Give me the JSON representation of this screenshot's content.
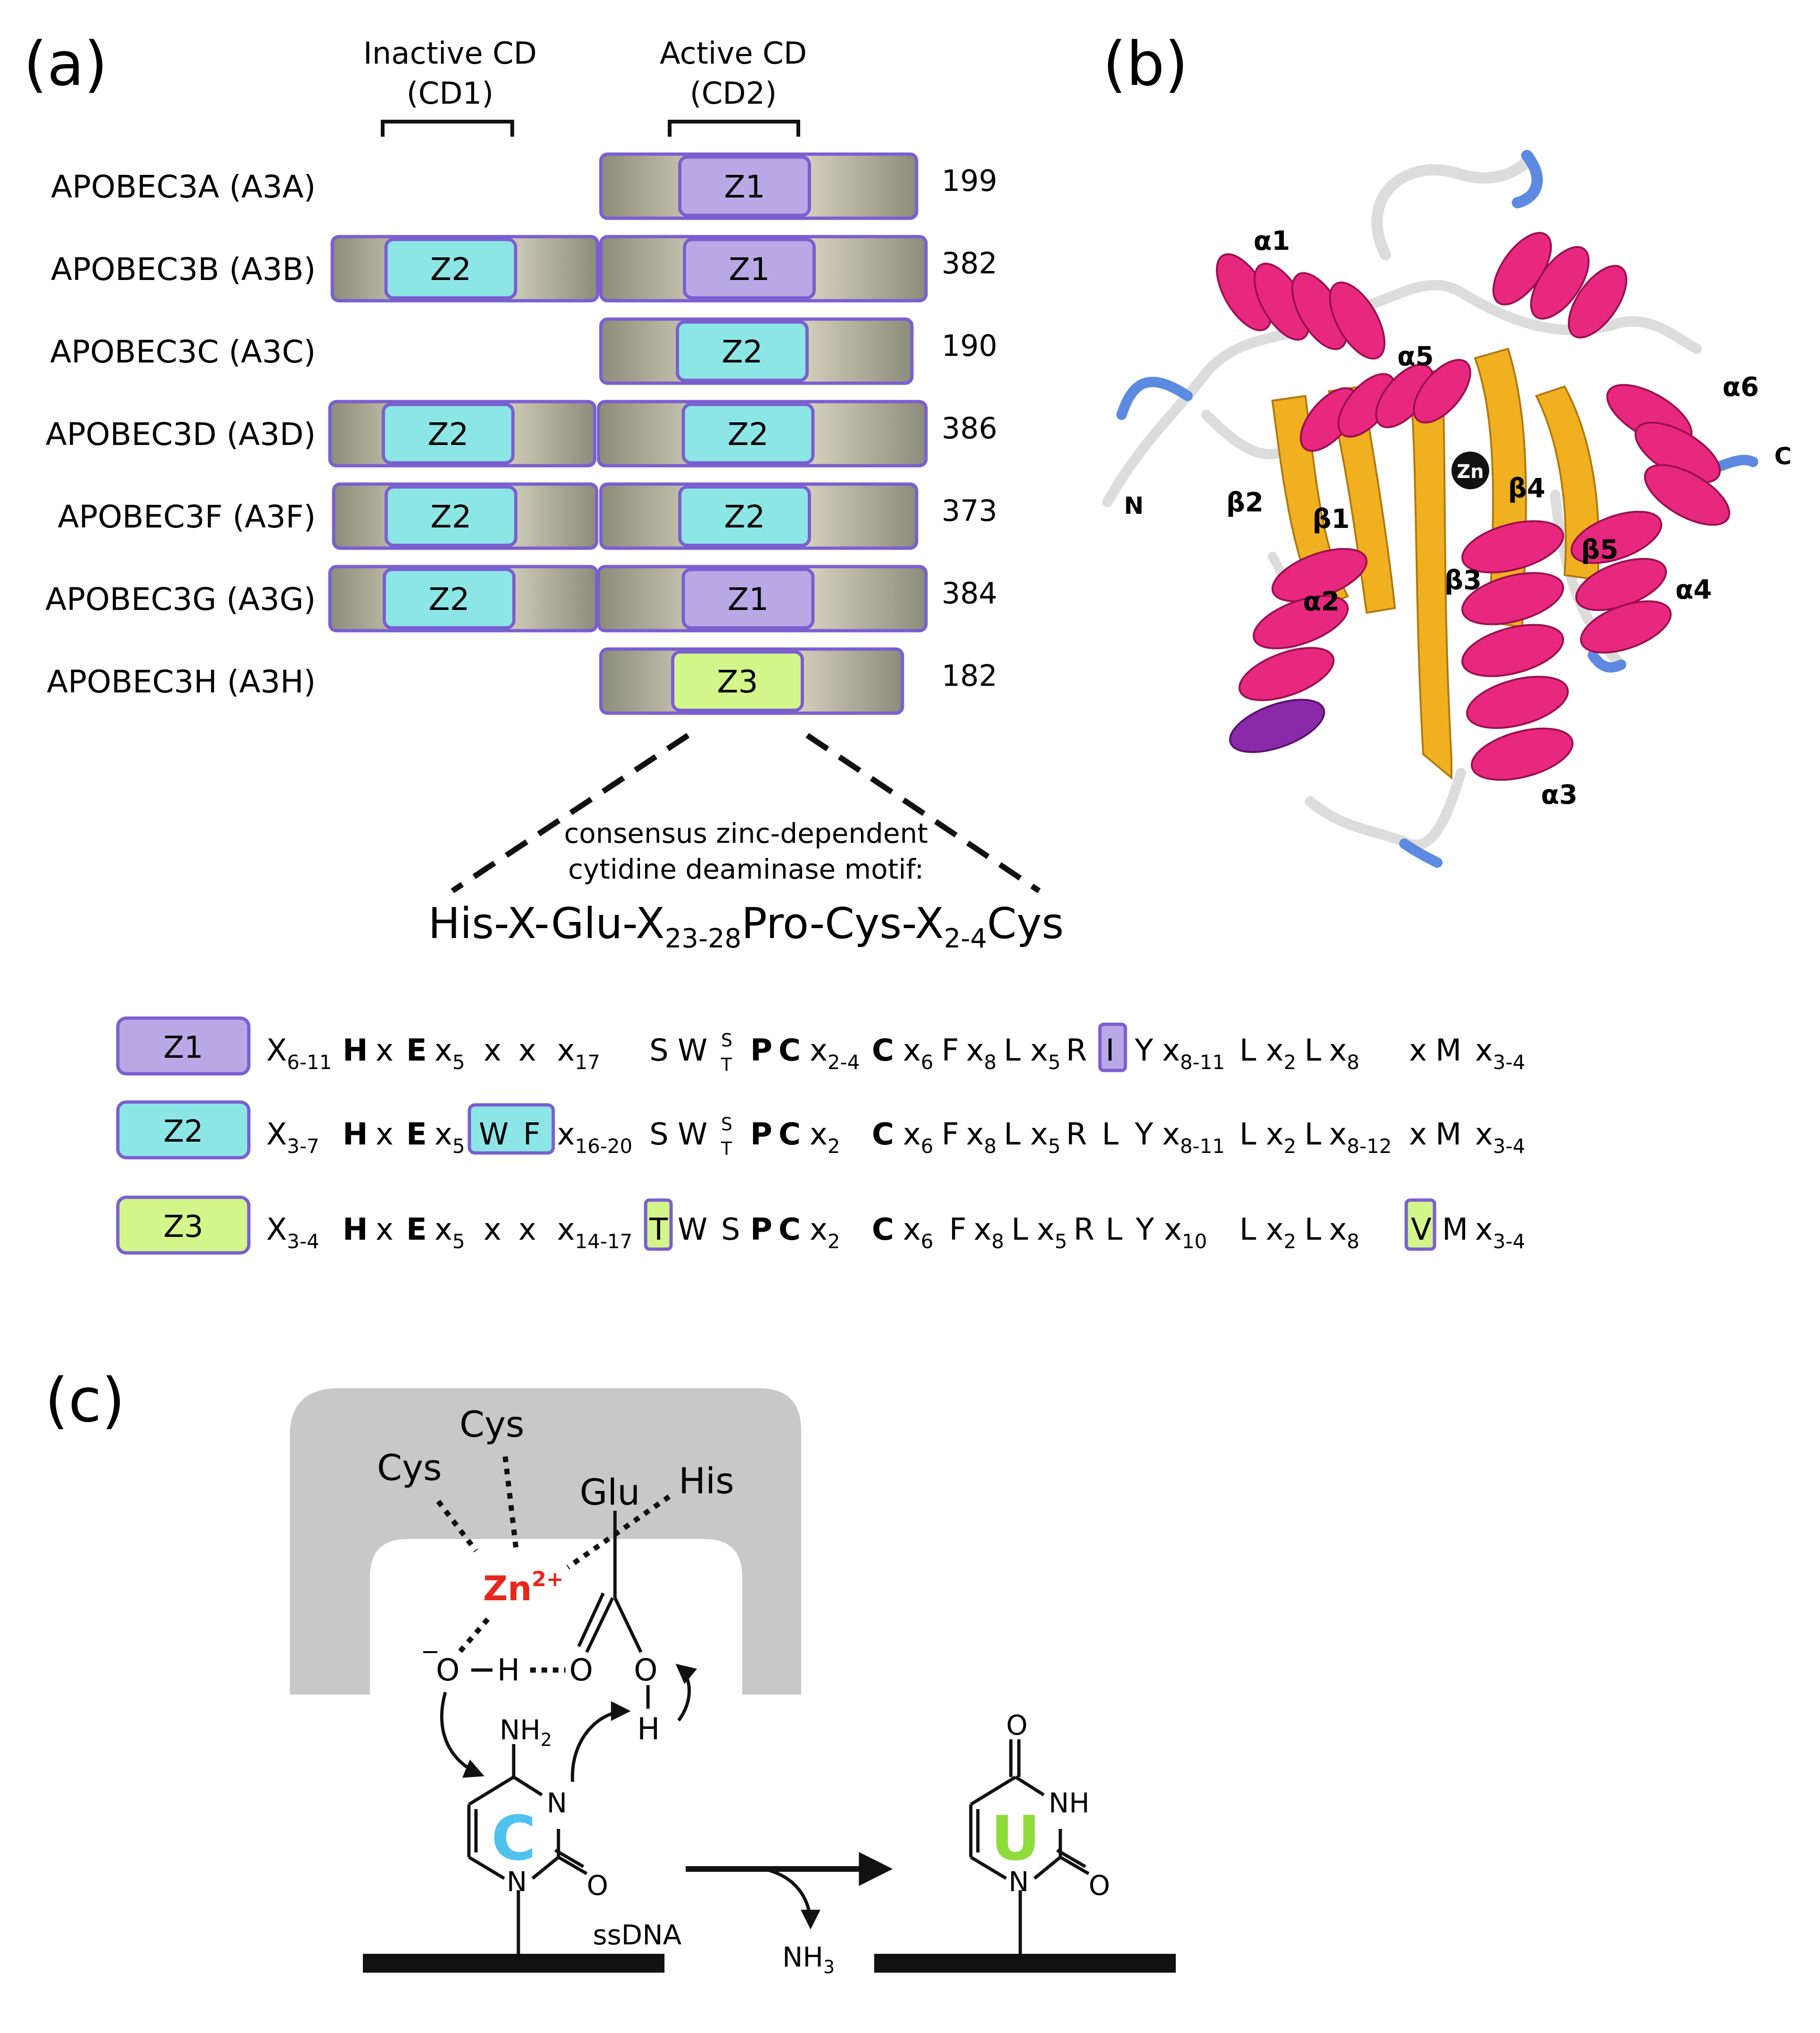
{
  "panel_a": {
    "label": "(a)",
    "header_cd1": [
      "Inactive CD",
      "(CD1)"
    ],
    "header_cd2": [
      "Active CD",
      "(CD2)"
    ],
    "proteins": [
      {
        "name": "APOBEC3A (A3A)",
        "cd1": null,
        "cd2": "Z1",
        "length": "199"
      },
      {
        "name": "APOBEC3B (A3B)",
        "cd1": "Z2",
        "cd2": "Z1",
        "length": "382"
      },
      {
        "name": "APOBEC3C (A3C)",
        "cd1": null,
        "cd2": "Z2",
        "length": "190"
      },
      {
        "name": "APOBEC3D (A3D)",
        "cd1": "Z2",
        "cd2": "Z2",
        "length": "386"
      },
      {
        "name": "APOBEC3F (A3F)",
        "cd1": "Z2",
        "cd2": "Z2",
        "length": "373"
      },
      {
        "name": "APOBEC3G (A3G)",
        "cd1": "Z2",
        "cd2": "Z1",
        "length": "384"
      },
      {
        "name": "APOBEC3H (A3H)",
        "cd1": null,
        "cd2": "Z3",
        "length": "182"
      }
    ],
    "motif_caption": [
      "consensus zinc-dependent",
      "cytidine deaminase motif:"
    ],
    "motif": "His-X-Glu-X23-28Pro-Cys-X2-4Cys",
    "zone_rows": [
      {
        "zone": "Z1",
        "sequence": "X6-11 H x E x5 x x x17 SW S/T PC x2-4 C x6 F x8 L x5 R [I] Y x8-11 L x2 L x8 x M x3-4"
      },
      {
        "zone": "Z2",
        "sequence": "X3-7 H x E x5 [W F] x16-20 SW S/T PC x2 C x6 F x8 L x5 R L Y x8-11 L x2 L x8-12 x M x3-4"
      },
      {
        "zone": "Z3",
        "sequence": "X3-4 H x E x5 x x x14-17 [T] W S PC x2 C x6 F x8 L x5 R L Y x10 L x2 L x8 [V] M x3-4"
      }
    ]
  },
  "panel_b": {
    "label": "(b)",
    "structure_labels": [
      "α1",
      "α2",
      "α3",
      "α4",
      "α5",
      "α6",
      "β1",
      "β2",
      "β3",
      "β4",
      "β5",
      "N",
      "C",
      "Zn"
    ]
  },
  "panel_c": {
    "label": "(c)",
    "residues": [
      "Cys",
      "Cys",
      "Glu",
      "His"
    ],
    "zinc": "Zn2+",
    "substrate_base": "C",
    "product_base": "U",
    "strand_label": "ssDNA",
    "byproduct": "NH3",
    "atoms": [
      "O",
      "H",
      "O",
      "O",
      "H",
      "NH2",
      "N",
      "N",
      "O",
      "O",
      "NH",
      "N",
      "O"
    ]
  },
  "colors": {
    "Z1": "#b8a9e6",
    "Z2": "#8de6e6",
    "Z3": "#d4f58a",
    "domain_border": "#7a5fd0",
    "helix": "#e8287e",
    "strand": "#f0b020",
    "coil": "#dcdcdc",
    "zinc_label": "#e8261c",
    "pocket": "#c8c8c8"
  }
}
